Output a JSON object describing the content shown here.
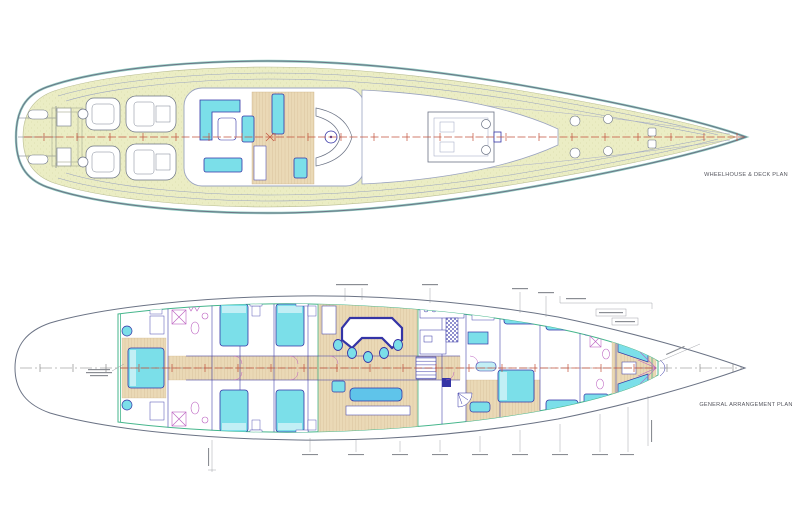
{
  "page": {
    "background": "#ffffff",
    "type": "sailing-yacht arrangement drawing, two stacked plan views"
  },
  "plans": {
    "deck": {
      "label": "WHEELHOUSE & DECK PLAN"
    },
    "ga": {
      "label": "GENERAL ARRANGEMENT PLAN"
    }
  },
  "colors": {
    "deck": "#ebedc4",
    "deck_stipple": "#d9dcab",
    "deck_edge": "#b9bd93",
    "hull_line": "#6b7385",
    "hull_inner_line": "#9aa3c0",
    "teal_edge": "#8fc9c0",
    "structure_green": "#46b68c",
    "furniture_cyan": "#7bdfe9",
    "furniture_cyan_light": "#c2eff5",
    "sofa_blue": "#5fc4ea",
    "navy": "#3434a6",
    "wood": "#ead9b6",
    "wood_line": "#cdb288",
    "magenta": "#bb5fc0",
    "centerline_red": "#c2523d",
    "annotation_gray": "#8a8d93",
    "label_text": "#55565e"
  }
}
